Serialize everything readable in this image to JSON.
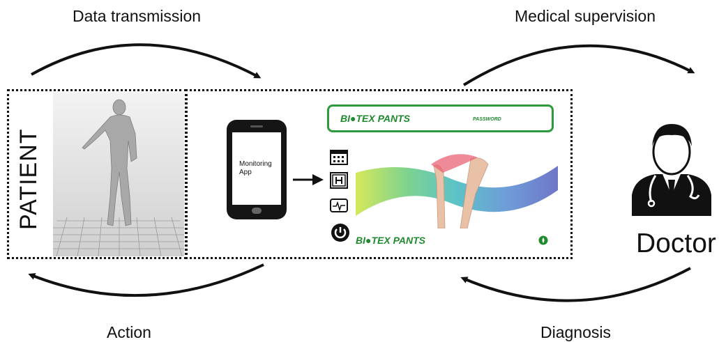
{
  "labels": {
    "data_transmission": "Data transmission",
    "medical_supervision": "Medical supervision",
    "action": "Action",
    "diagnosis": "Diagnosis",
    "patient": "PATIENT",
    "doctor": "Doctor"
  },
  "phone": {
    "screen_text_line1": "Monitoring",
    "screen_text_line2": "App"
  },
  "app_screen": {
    "brand_top": "BI●TEX PANTS",
    "password_label": "PASSWORD",
    "brand_bottom": "BI●TEX PANTS",
    "icons": [
      "calendar-icon",
      "hospital-icon",
      "monitor-icon",
      "power-icon"
    ]
  },
  "colors": {
    "brand_green": "#1f8a2e",
    "border": "#111111"
  }
}
